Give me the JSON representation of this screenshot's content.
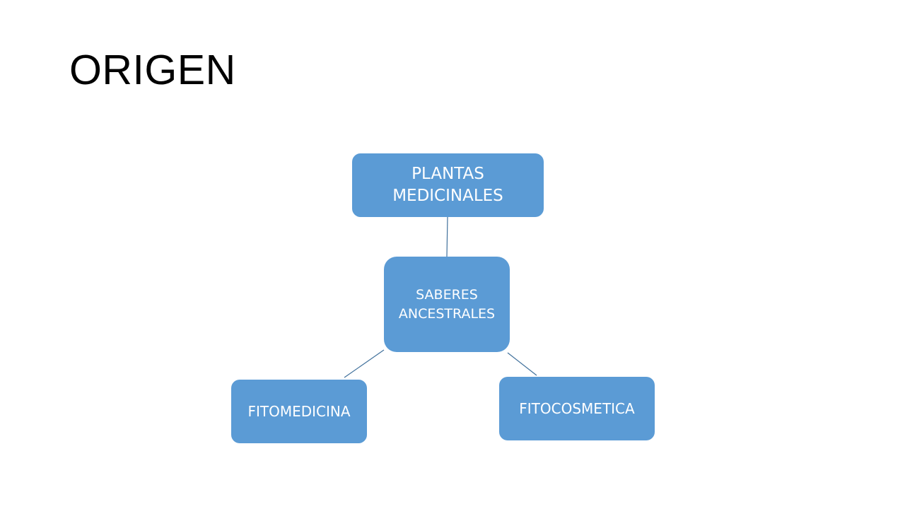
{
  "slide": {
    "title": "ORIGEN"
  },
  "diagram": {
    "nodes": {
      "plantas": "PLANTAS MEDICINALES",
      "saberes": "SABERES ANCESTRALES",
      "fitomedicina": "FITOMEDICINA",
      "fitocosmetica": "FITOCOSMETICA"
    },
    "colors": {
      "node_fill": "#5b9bd5",
      "node_text": "#ffffff",
      "connector": "#41719c"
    }
  }
}
